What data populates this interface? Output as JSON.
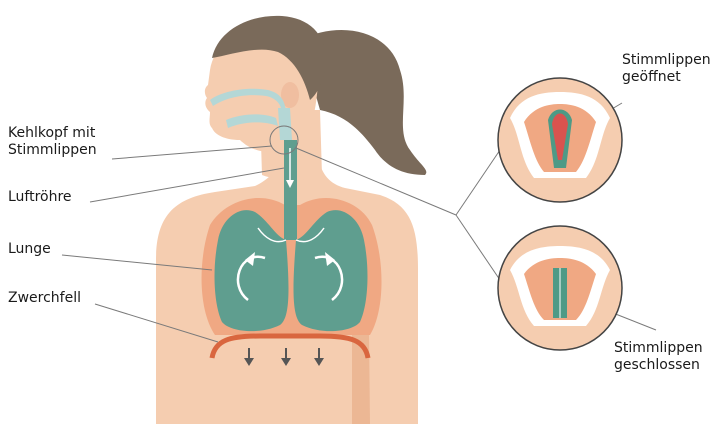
{
  "labels": {
    "larynx_line1": "Kehlkopf mit",
    "larynx_line2": "Stimmlippen",
    "trachea": "Luftröhre",
    "lung": "Lunge",
    "diaphragm": "Zwerchfell",
    "open_line1": "Stimmlippen",
    "open_line2": "geöffnet",
    "closed_line1": "Stimmlippen",
    "closed_line2": "geschlossen"
  },
  "colors": {
    "skin": "#f5cdb0",
    "skin_shadow": "#ecb794",
    "hair": "#7a6a5a",
    "airway": "#b4d7d6",
    "lung_fill": "#5f9e8f",
    "lung_tissue": "#f0a883",
    "diaphragm": "#d9663f",
    "vocal_red": "#d9534f",
    "vocal_green": "#4e9a86",
    "line": "#7a7a7a"
  }
}
